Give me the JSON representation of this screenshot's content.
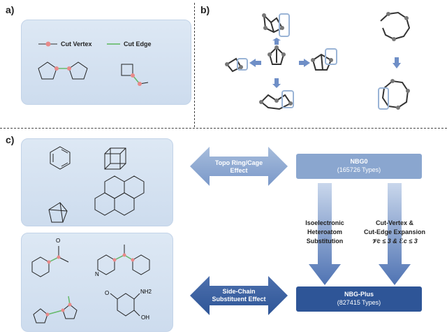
{
  "labels": {
    "a": "a)",
    "b": "b)",
    "c": "c)"
  },
  "legend": {
    "cut_vertex": "Cut Vertex",
    "cut_edge": "Cut Edge"
  },
  "arrows": {
    "topo_line1": "Topo Ring/Cage",
    "topo_line2": "Effect",
    "side_line1": "Side-Chain",
    "side_line2": "Substituent Effect"
  },
  "nbg0": {
    "title": "NBG0",
    "types": "(165726 Types)"
  },
  "nbgplus": {
    "title": "NBG-Plus",
    "types": "(827415 Types)"
  },
  "left_flow": {
    "line1": "Isoelectronic",
    "line2": "Heteroatom",
    "line3": "Substitution"
  },
  "right_flow": {
    "line1": "Cut-Vertex &",
    "line2": "Cut-Edge Expansion",
    "line3": "𝒱c ≤ 3 & ℰc ≤ 3"
  },
  "molecule_labels": {
    "oxygen": "O",
    "nitrogen": "N",
    "amine": "NH2",
    "hydroxyl": "OH"
  },
  "colors": {
    "cut_vertex": "#e57373",
    "cut_edge": "#66bb6a",
    "box_light": "#8aa6cf",
    "box_dark": "#2e5597"
  }
}
